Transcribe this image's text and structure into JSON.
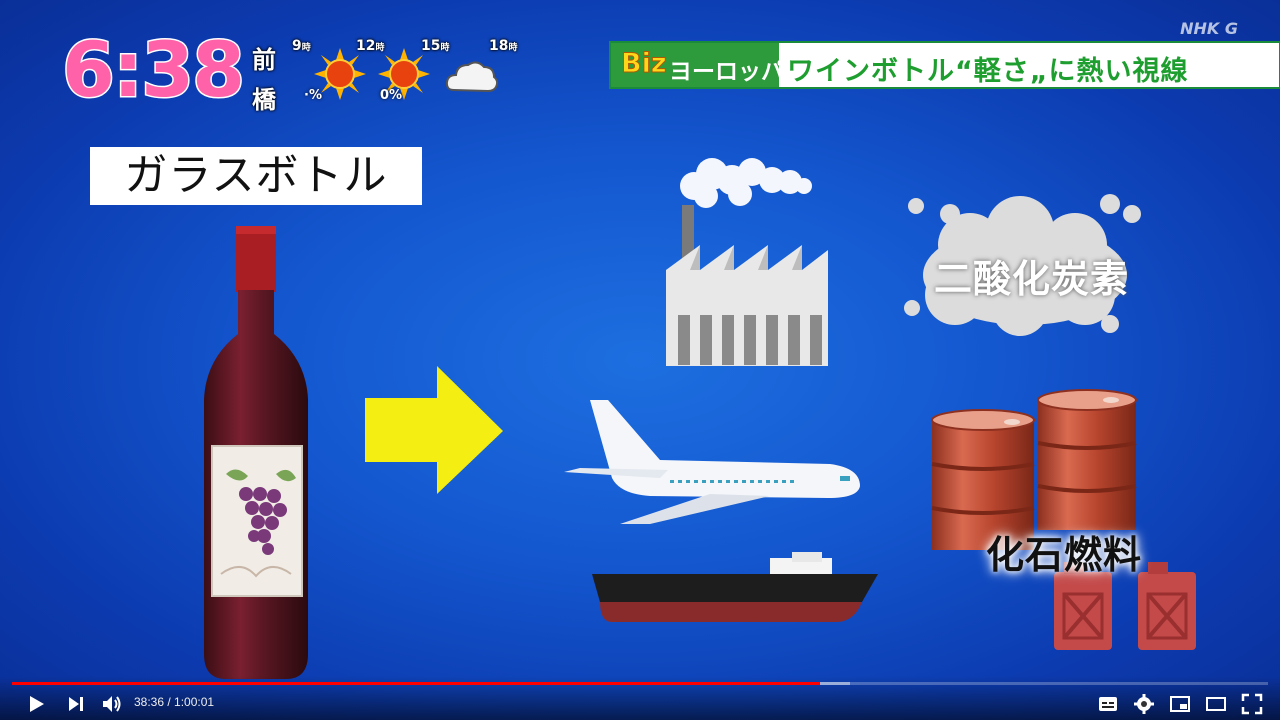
{
  "clock": {
    "time": "6:38"
  },
  "location": {
    "line1": "前",
    "line2": "橋"
  },
  "weather": [
    {
      "hour": "9",
      "suffix": "時",
      "icon": "sun-icon",
      "pct": "·%"
    },
    {
      "hour": "12",
      "suffix": "時",
      "icon": "sun-icon",
      "pct": "0%"
    },
    {
      "hour": "15",
      "suffix": "時",
      "icon": "sun-icon",
      "pct": ""
    },
    {
      "hour": "18",
      "suffix": "時",
      "icon": "cloud-icon",
      "pct": ""
    }
  ],
  "banner": {
    "biz": "Biz",
    "corner": "ヨーロッパ",
    "headline": "ワインボトル“軽さ„に熱い視線"
  },
  "channel": {
    "logo": "NHK G"
  },
  "labels": {
    "glass_bottle": "ガラスボトル",
    "co2": "二酸化炭素",
    "fossil_fuel": "化石燃料"
  },
  "player": {
    "current": "38:36",
    "duration": "1:00:01",
    "time_text": "38:36 / 1:00:01",
    "played_fraction": 0.643,
    "buffered_fraction": 0.667
  },
  "colors": {
    "accent_clock": "#ff62a8",
    "banner_green": "#2d9a3b",
    "progress_red": "#ff0000",
    "arrow_yellow": "#f5ee12"
  }
}
